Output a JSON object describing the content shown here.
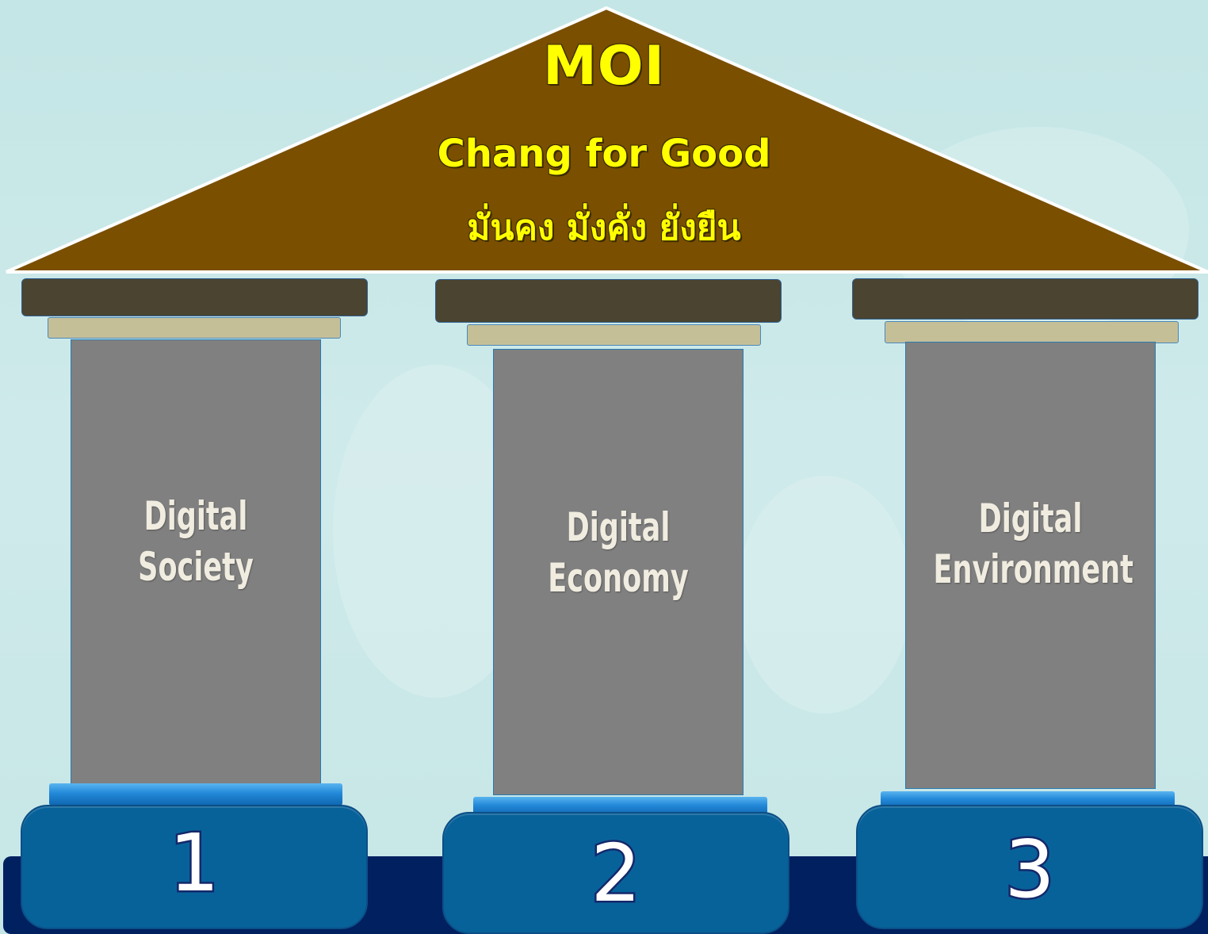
{
  "roof": {
    "title": "MOI",
    "subtitle": "Chang for Good",
    "thai_text": "มั่นคง มั่งคั่ง ยั่งยืน"
  },
  "pillars": [
    {
      "line1": "Digital",
      "line2": "Society",
      "number": "1"
    },
    {
      "line1": "Digital",
      "line2": "Economy",
      "number": "2"
    },
    {
      "line1": "Digital",
      "line2": "Environment",
      "number": "3"
    }
  ],
  "colors": {
    "roof": "#7a4f00",
    "roof_text": "#ffff00",
    "capital": "#4a4430",
    "capital_band": "#c5bf98",
    "shaft": "#808080",
    "base": "#08629a",
    "floor": "#002060",
    "background": "#c4e6e6"
  }
}
